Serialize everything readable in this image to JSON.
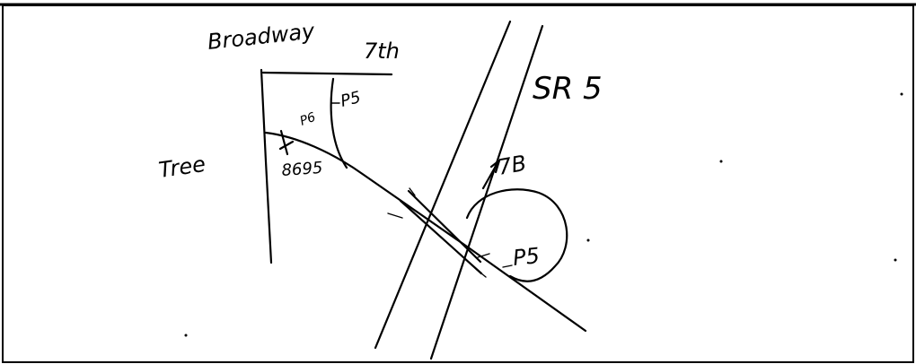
{
  "labels": {
    "street_broadway": "Broadway",
    "street_7th": "7th",
    "route_sr5": "SR 5",
    "tree": "Tree",
    "id_8695": "8695",
    "p6": "P6",
    "p5_upper": "P5",
    "ramp_7b": "7B",
    "p5_lower": "P5"
  },
  "colors": {
    "ink": "#000000",
    "paper": "#ffffff"
  }
}
